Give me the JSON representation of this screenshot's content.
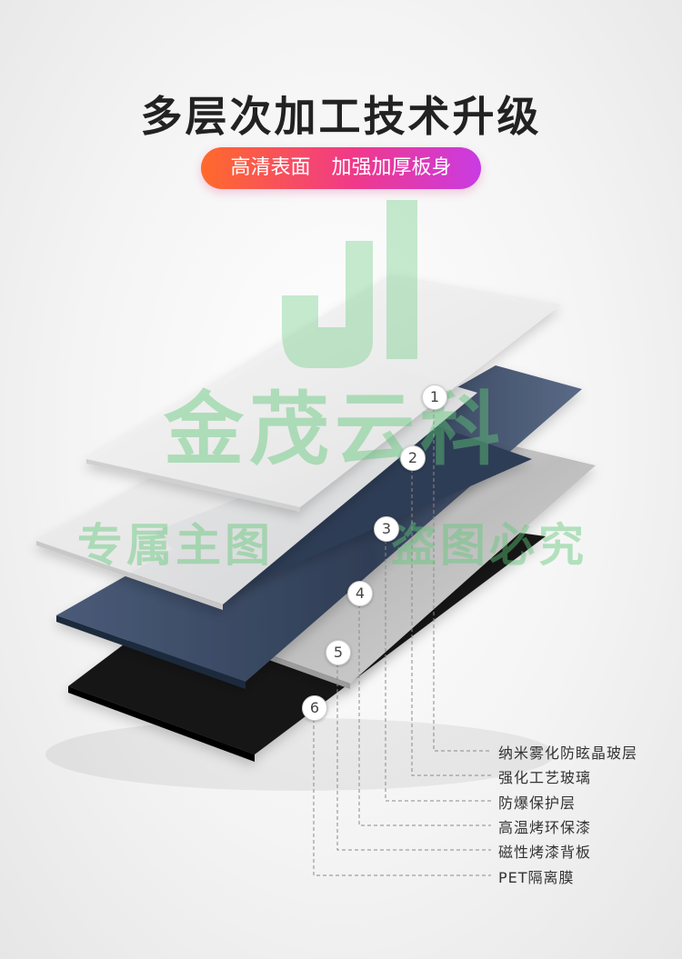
{
  "title": "多层次加工技术升级",
  "subtitle": {
    "left": "高清表面",
    "right": "加强加厚板身"
  },
  "watermark": {
    "main": "金茂云科",
    "left": "专属主图",
    "right": "盗图必究",
    "color": "#5fc878"
  },
  "layers": [
    {
      "number": "1",
      "label": "纳米雾化防眩晶玻层"
    },
    {
      "number": "2",
      "label": "强化工艺玻璃"
    },
    {
      "number": "3",
      "label": "防爆保护层"
    },
    {
      "number": "4",
      "label": "高温烤环保漆"
    },
    {
      "number": "5",
      "label": "磁性烤漆背板"
    },
    {
      "number": "6",
      "label": "PET隔离膜"
    }
  ],
  "colors": {
    "accent_start": "#ff6a2a",
    "accent_end": "#c93be3",
    "navy_layer": "#3b4a63",
    "black_layer": "#151515"
  }
}
